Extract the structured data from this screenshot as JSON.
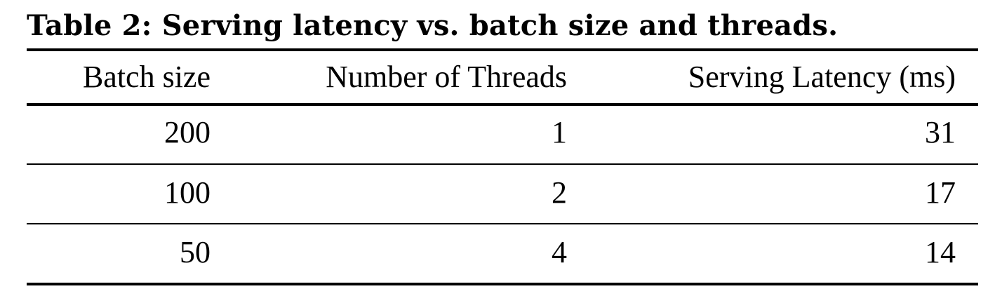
{
  "caption": "Table 2: Serving latency vs. batch size and threads.",
  "table": {
    "headers": [
      "Batch size",
      "Number of Threads",
      "Serving Latency (ms)"
    ],
    "rows": [
      [
        "200",
        "1",
        "31"
      ],
      [
        "100",
        "2",
        "17"
      ],
      [
        "50",
        "4",
        "14"
      ]
    ]
  }
}
